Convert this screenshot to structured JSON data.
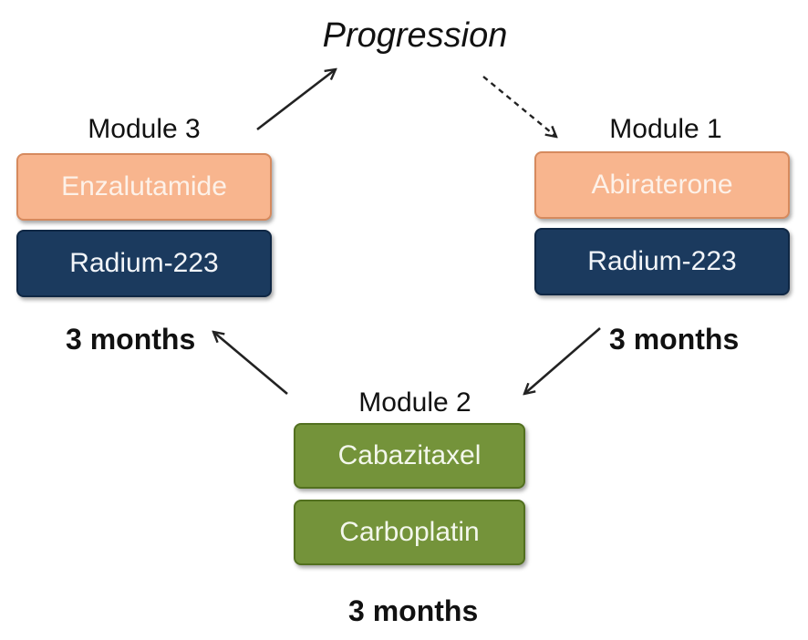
{
  "progression": "Progression",
  "modules": {
    "module3": {
      "title": "Module 3",
      "drugs": [
        "Enzalutamide",
        "Radium-223"
      ],
      "duration": "3 months"
    },
    "module1": {
      "title": "Module 1",
      "drugs": [
        "Abiraterone",
        "Radium-223"
      ],
      "duration": "3 months"
    },
    "module2": {
      "title": "Module 2",
      "drugs": [
        "Cabazitaxel",
        "Carboplatin"
      ],
      "duration": "3 months"
    }
  },
  "colors": {
    "orange_box": "#f8b58e",
    "navy_box": "#1b3a5e",
    "green_box": "#74933a"
  }
}
